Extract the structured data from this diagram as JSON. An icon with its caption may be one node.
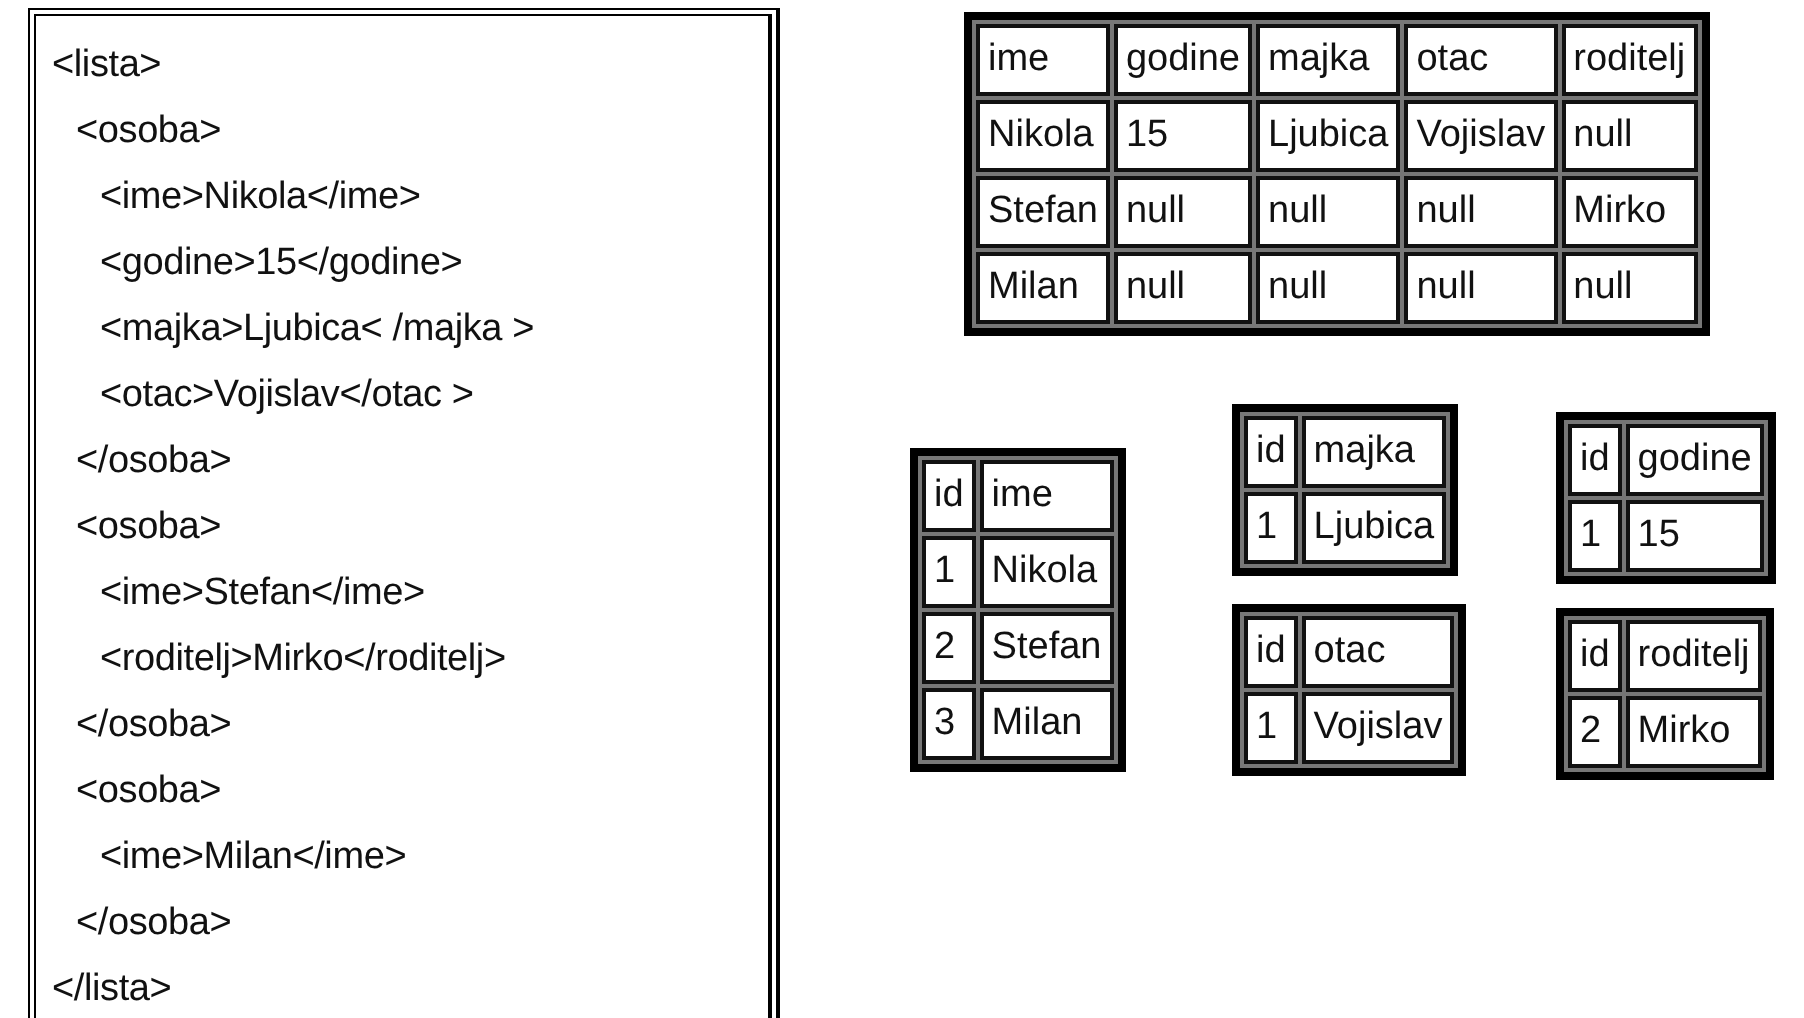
{
  "diagram": {
    "nodes": [
      {
        "text": [
          "<lista>",
          "<osoba>",
          "<ime>Nikola</ime>",
          "<godine>15</godine>",
          "<majka>Ljubica< /majka >",
          "<otac>Vojislav</otac >",
          "</osoba>",
          "<osoba>",
          "<ime>Stefan</ime>",
          "<roditelj>Mirko</roditelj>",
          "</osoba>",
          "<osoba>",
          "<ime>Milan</ime>",
          "</osoba>",
          "</lista>"
        ]
      },
      {
        "text": [
          "ime",
          "godine",
          "majka",
          "otac",
          "roditelj",
          "Nikola",
          "15",
          "Ljubica",
          "Vojislav",
          "null",
          "Stefan",
          "null",
          "null",
          "null",
          "Mirko",
          "Milan",
          "null",
          "null",
          "null",
          "null"
        ]
      },
      {
        "text": [
          "id",
          "ime",
          "1",
          "Nikola",
          "2",
          "Stefan",
          "3",
          "Milan"
        ]
      },
      {
        "text": [
          "id",
          "majka",
          "1",
          "Ljubica"
        ]
      },
      {
        "text": [
          "id",
          "godine",
          "1",
          "15"
        ]
      },
      {
        "text": [
          "id",
          "otac",
          "1",
          "Vojislav"
        ]
      },
      {
        "text": [
          "id",
          "roditelj",
          "2",
          "Mirko"
        ]
      }
    ]
  }
}
